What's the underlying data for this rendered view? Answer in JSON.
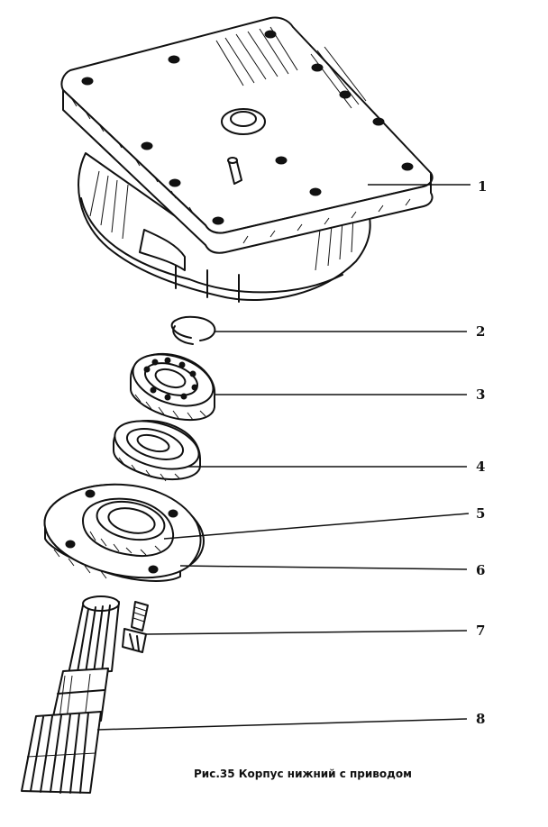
{
  "figure": {
    "caption": "Рис.35 Корпус нижний с приводом"
  },
  "callouts": [
    {
      "id": "1",
      "label": "1"
    },
    {
      "id": "2",
      "label": "2"
    },
    {
      "id": "3",
      "label": "3"
    },
    {
      "id": "4",
      "label": "4"
    },
    {
      "id": "5",
      "label": "5"
    },
    {
      "id": "6",
      "label": "6"
    },
    {
      "id": "7",
      "label": "7"
    },
    {
      "id": "8",
      "label": "8"
    }
  ]
}
